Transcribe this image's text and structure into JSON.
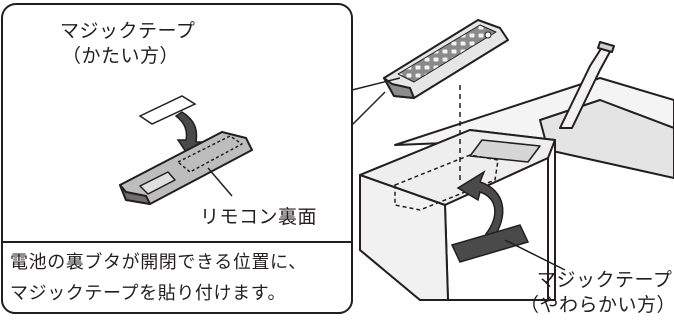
{
  "inset": {
    "hook_tape_label": [
      "マジックテープ",
      "（かたい方）"
    ],
    "remote_back_label": "リモコン裏面",
    "instruction": [
      "電池の裏ブタが開閉できる位置に、",
      "マジックテープを貼り付けます。"
    ]
  },
  "main": {
    "loop_tape_label": [
      "マジックテープ",
      "（やわらかい方）"
    ]
  },
  "colors": {
    "line": "#231f20",
    "gray_light": "#e8e8e8",
    "gray_mid": "#bdbdbd",
    "gray_dark": "#6e6e6e",
    "tape_dark": "#4a4a4a"
  }
}
